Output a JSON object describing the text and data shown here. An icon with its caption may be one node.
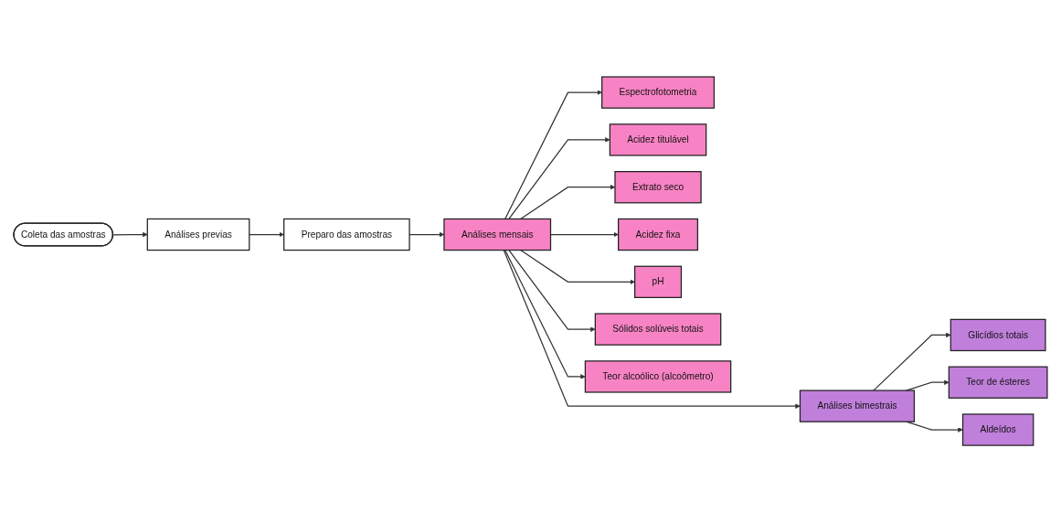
{
  "diagram": {
    "nodes": [
      {
        "text": [
          "Coleta das amostras"
        ]
      },
      {
        "text": [
          "Análises previas"
        ]
      },
      {
        "text": [
          "Preparo das amostras"
        ]
      },
      {
        "text": [
          "Espectrofotometria"
        ]
      },
      {
        "text": [
          "Acidez titulável"
        ]
      },
      {
        "text": [
          "Extrato seco"
        ]
      },
      {
        "text": [
          "Análises mensais"
        ]
      },
      {
        "text": [
          "Acidez fixa"
        ]
      },
      {
        "text": [
          "pH"
        ]
      },
      {
        "text": [
          "Sólidos solúveis totais"
        ]
      },
      {
        "text": [
          "Teor alcoólico (alcoômetro)"
        ]
      },
      {
        "text": [
          "Glicídios totais"
        ]
      },
      {
        "text": [
          "Teor de ésteres"
        ]
      },
      {
        "text": [
          "Aldeídos"
        ]
      },
      {
        "text": [
          "Análises bimestrais"
        ]
      }
    ],
    "edges": [
      {
        "from": 0,
        "to": 1,
        "arrow": "to"
      },
      {
        "from": 1,
        "to": 2,
        "arrow": "to"
      },
      {
        "from": 2,
        "to": 6,
        "arrow": "to"
      },
      {
        "from": 6,
        "to": 3,
        "arrow": "to"
      },
      {
        "from": 6,
        "to": 7,
        "arrow": "to"
      },
      {
        "from": 6,
        "to": 8,
        "arrow": "to"
      },
      {
        "from": 6,
        "to": 10,
        "arrow": "to"
      },
      {
        "from": 6,
        "to": 4,
        "arrow": "to"
      },
      {
        "from": 6,
        "to": 5,
        "arrow": "to"
      },
      {
        "from": 6,
        "to": 9,
        "arrow": "to"
      },
      {
        "from": 6,
        "to": 14,
        "arrow": "to"
      },
      {
        "from": 14,
        "to": 11,
        "arrow": "to"
      },
      {
        "from": 14,
        "to": 12,
        "arrow": "to"
      },
      {
        "from": 14,
        "to": 13,
        "arrow": "to"
      }
    ]
  }
}
